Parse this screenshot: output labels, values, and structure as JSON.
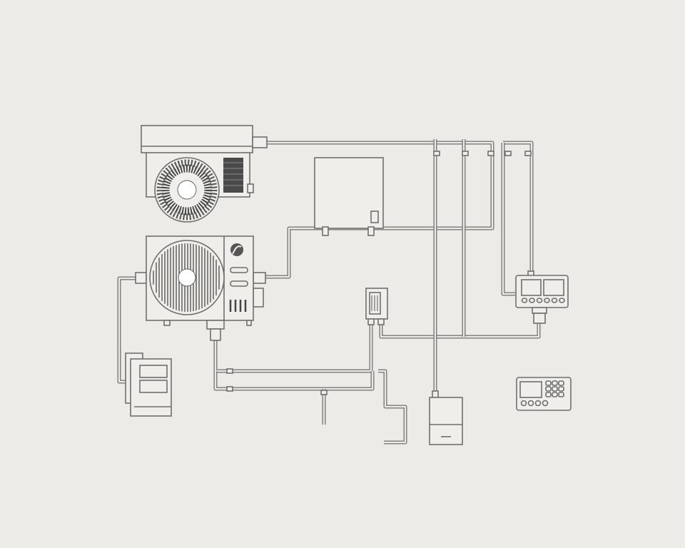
{
  "diagram": {
    "subject": "hvac-system-line-drawing",
    "colors": {
      "background": "#ecebe8",
      "line": "#6f6f6f",
      "dark_fill": "#4a4a4a"
    },
    "components": [
      {
        "id": "indoor-unit",
        "icon": "wall-mounted-ac-unit"
      },
      {
        "id": "air-handler-box",
        "icon": "cabinet-box"
      },
      {
        "id": "outdoor-condenser",
        "icon": "condenser-fan-unit"
      },
      {
        "id": "meter-unit",
        "icon": "electrical-meter"
      },
      {
        "id": "sensor",
        "icon": "inline-sensor"
      },
      {
        "id": "disconnect-box",
        "icon": "disconnect-switch"
      },
      {
        "id": "control-panel",
        "icon": "control-panel"
      },
      {
        "id": "thermostat",
        "icon": "thermostat-keypad"
      }
    ]
  }
}
